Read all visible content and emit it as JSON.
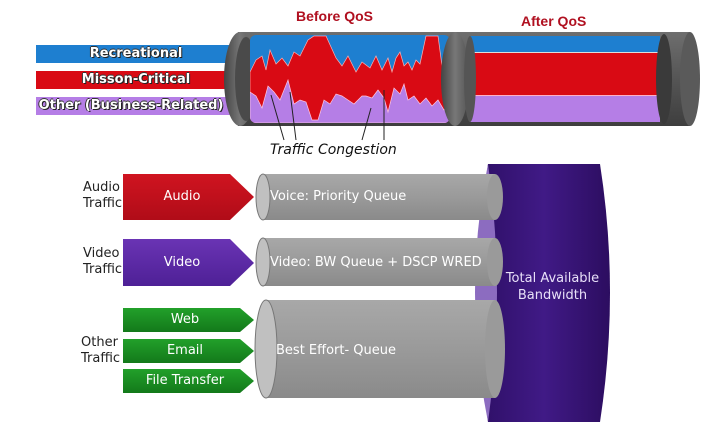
{
  "top": {
    "before_title": "Before QoS",
    "after_title": "After QoS",
    "bands": [
      {
        "label": "Recreational",
        "color": "#1e7fd0"
      },
      {
        "label": "Misson-Critical",
        "color": "#d90a14"
      },
      {
        "label": "Other (Business-Related)",
        "color": "#b57ee6"
      }
    ],
    "annotation": "Traffic Congestion",
    "pipe_color": "#5a5a5a"
  },
  "bottom": {
    "groups": [
      {
        "label_line1": "Audio",
        "label_line2": "Traffic",
        "arrows": [
          {
            "label": "Audio"
          }
        ],
        "arrow_color": "#c8101c",
        "queue": "Voice: Priority Queue"
      },
      {
        "label_line1": "Video",
        "label_line2": "Traffic",
        "arrows": [
          {
            "label": "Video"
          }
        ],
        "arrow_color": "#5a2aa0",
        "queue": "Video: BW Queue + DSCP WRED"
      },
      {
        "label_line1": "Other",
        "label_line2": "Traffic",
        "arrows": [
          {
            "label": "Web"
          },
          {
            "label": "Email"
          },
          {
            "label": "File Transfer"
          }
        ],
        "arrow_color": "#1a8a22",
        "queue": "Best Effort- Queue"
      }
    ],
    "bandwidth_line1": "Total Available",
    "bandwidth_line2": "Bandwidth",
    "bandwidth_color": "#3a1578",
    "queue_color": "#9a9a9a"
  }
}
